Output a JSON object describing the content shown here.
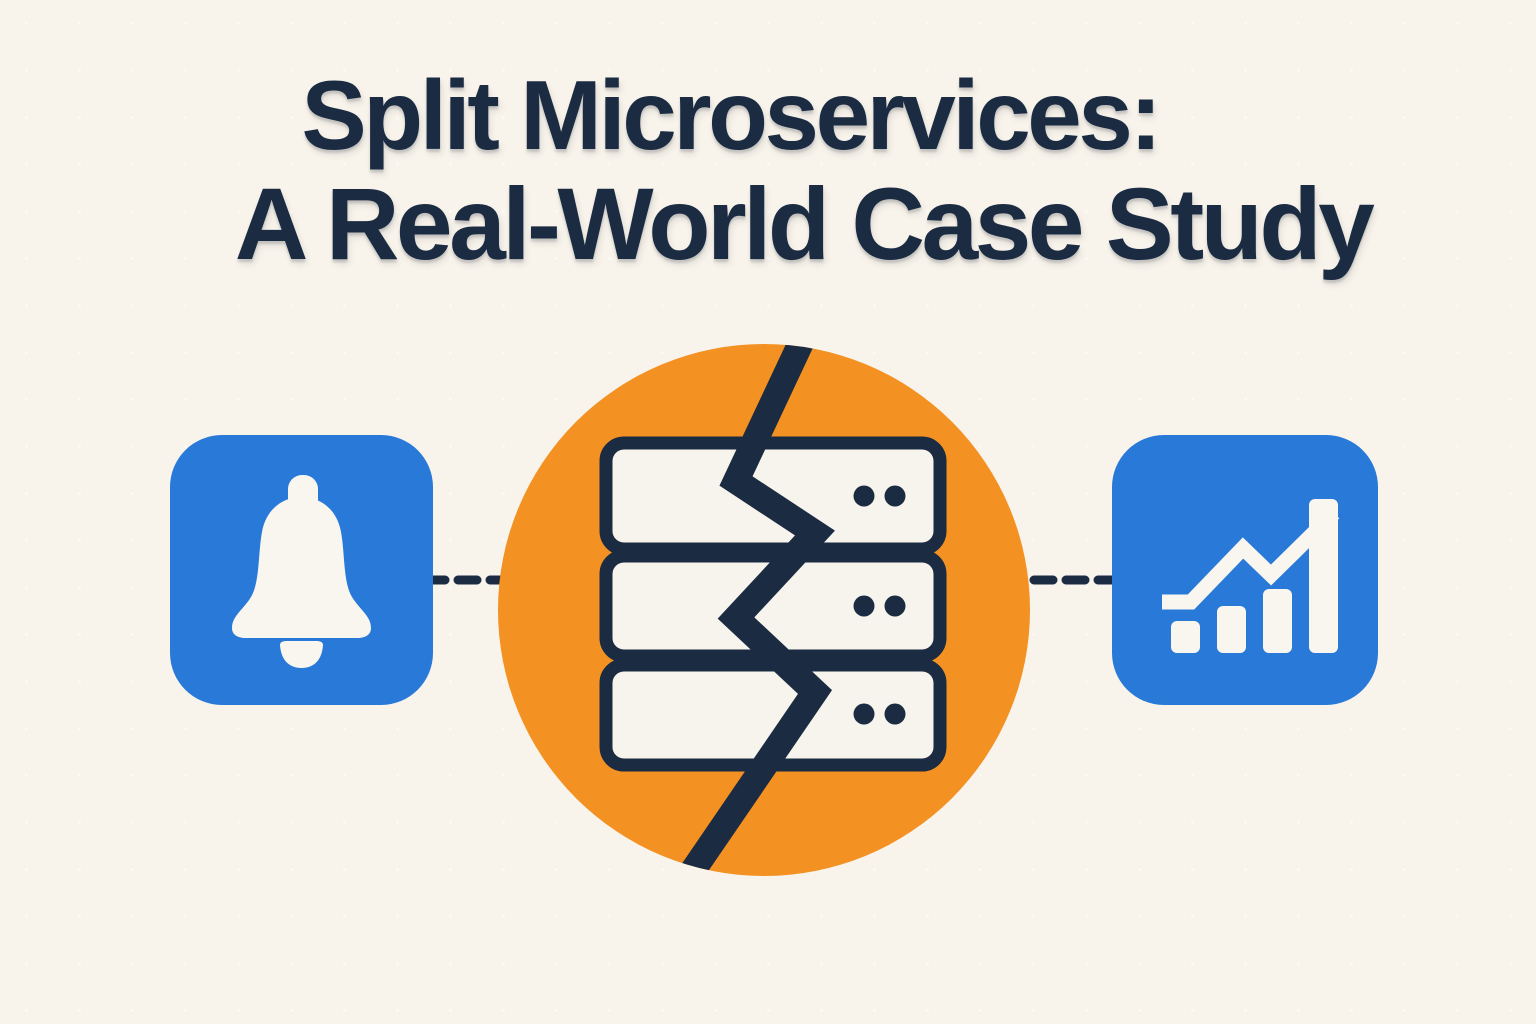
{
  "title": {
    "line1": "Split Microservices:",
    "line2": "A Real-World Case Study"
  },
  "diagram": {
    "left_node": {
      "icon": "bell-icon",
      "shape": "rounded-square",
      "color_key": "blue"
    },
    "center_node": {
      "icon": "cracked-server-stack-icon",
      "shape": "circle",
      "server_rows": 3,
      "color_key": "orange"
    },
    "right_node": {
      "icon": "growth-chart-icon",
      "shape": "rounded-square",
      "color_key": "blue"
    },
    "connectors": [
      {
        "from": "left-node",
        "to": "center-node",
        "style": "dashed"
      },
      {
        "from": "center-node",
        "to": "right-node",
        "style": "dashed"
      }
    ]
  },
  "colors": {
    "bg": "#F8F4EC",
    "navy": "#1B2B42",
    "orange": "#F39122",
    "blue": "#2979D8",
    "white": "#F9F6EF",
    "server-fill": "#F7F4ED"
  }
}
